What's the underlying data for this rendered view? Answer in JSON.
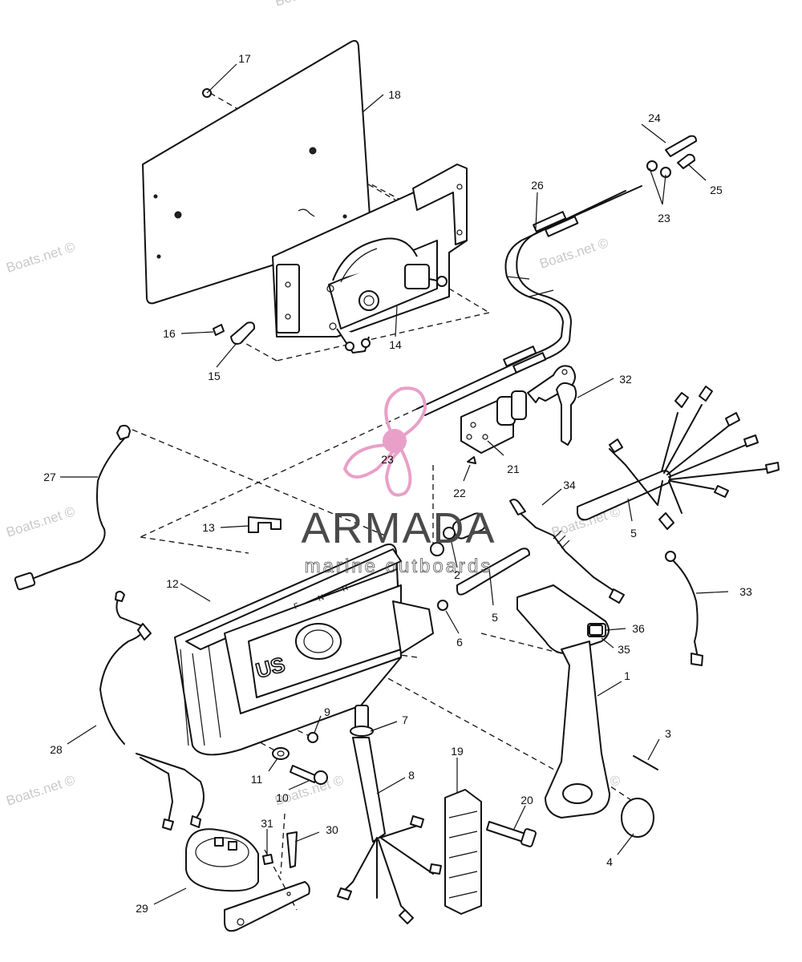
{
  "watermarks": [
    "Boats.net ©",
    "Boats.net ©",
    "Boats.net ©",
    "Boats.net ©",
    "Boats.net ©",
    "Boats.net ©",
    "Boats.net ©",
    "Boats.net ©"
  ],
  "logo": {
    "name": "ARMADA",
    "tagline": "marine outboards",
    "accent": "#e8a0c8"
  },
  "control_marks": {
    "brand": "US",
    "forward": "F",
    "neutral": "N",
    "reverse": "R"
  },
  "callouts": [
    "1",
    "2",
    "3",
    "4",
    "5",
    "5",
    "6",
    "7",
    "8",
    "9",
    "10",
    "11",
    "12",
    "13",
    "14",
    "15",
    "16",
    "17",
    "18",
    "19",
    "20",
    "21",
    "22",
    "23",
    "23",
    "24",
    "25",
    "26",
    "27",
    "28",
    "29",
    "30",
    "31",
    "32",
    "33",
    "34",
    "35",
    "36"
  ]
}
